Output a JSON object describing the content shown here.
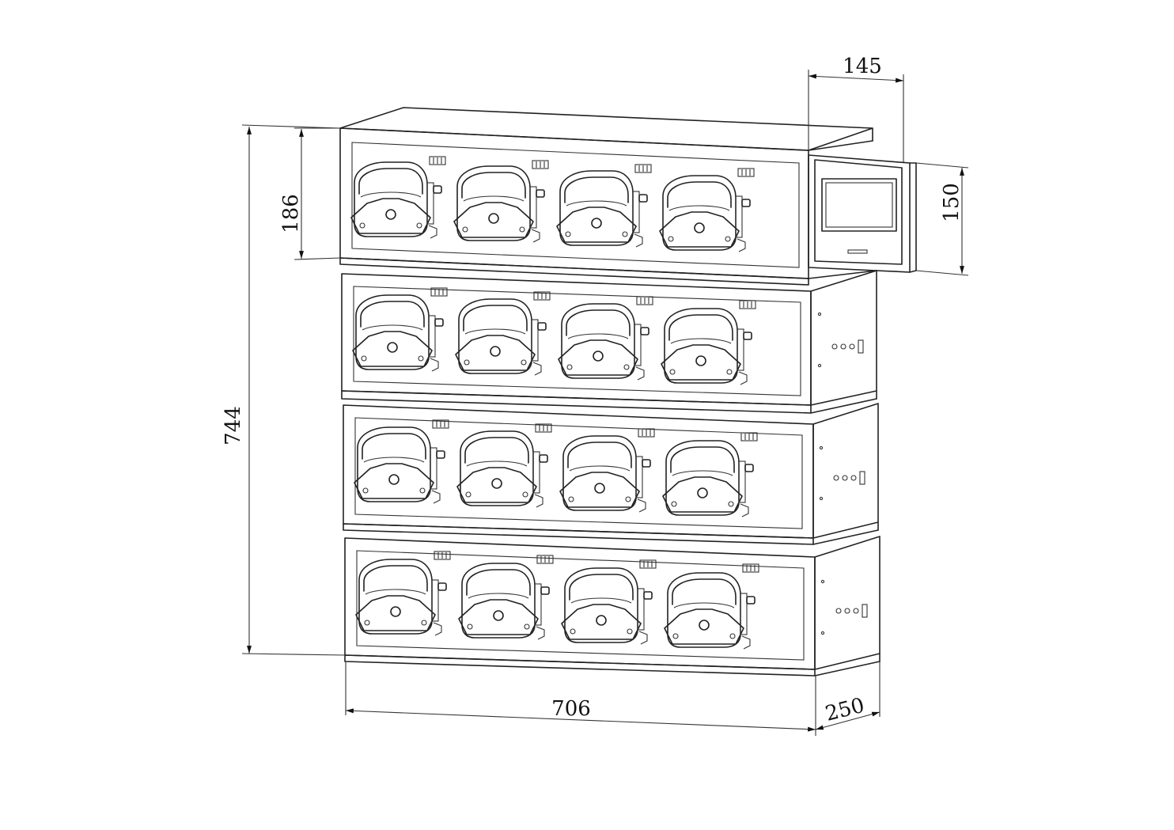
{
  "dimensions": {
    "height_total": "744",
    "height_module": "186",
    "width_front": "706",
    "depth": "250",
    "screen_width": "145",
    "screen_height": "150"
  },
  "rack": {
    "modules": 4,
    "pumps_per_module": 4
  },
  "colors": {
    "line": "#222222",
    "background": "#ffffff"
  }
}
